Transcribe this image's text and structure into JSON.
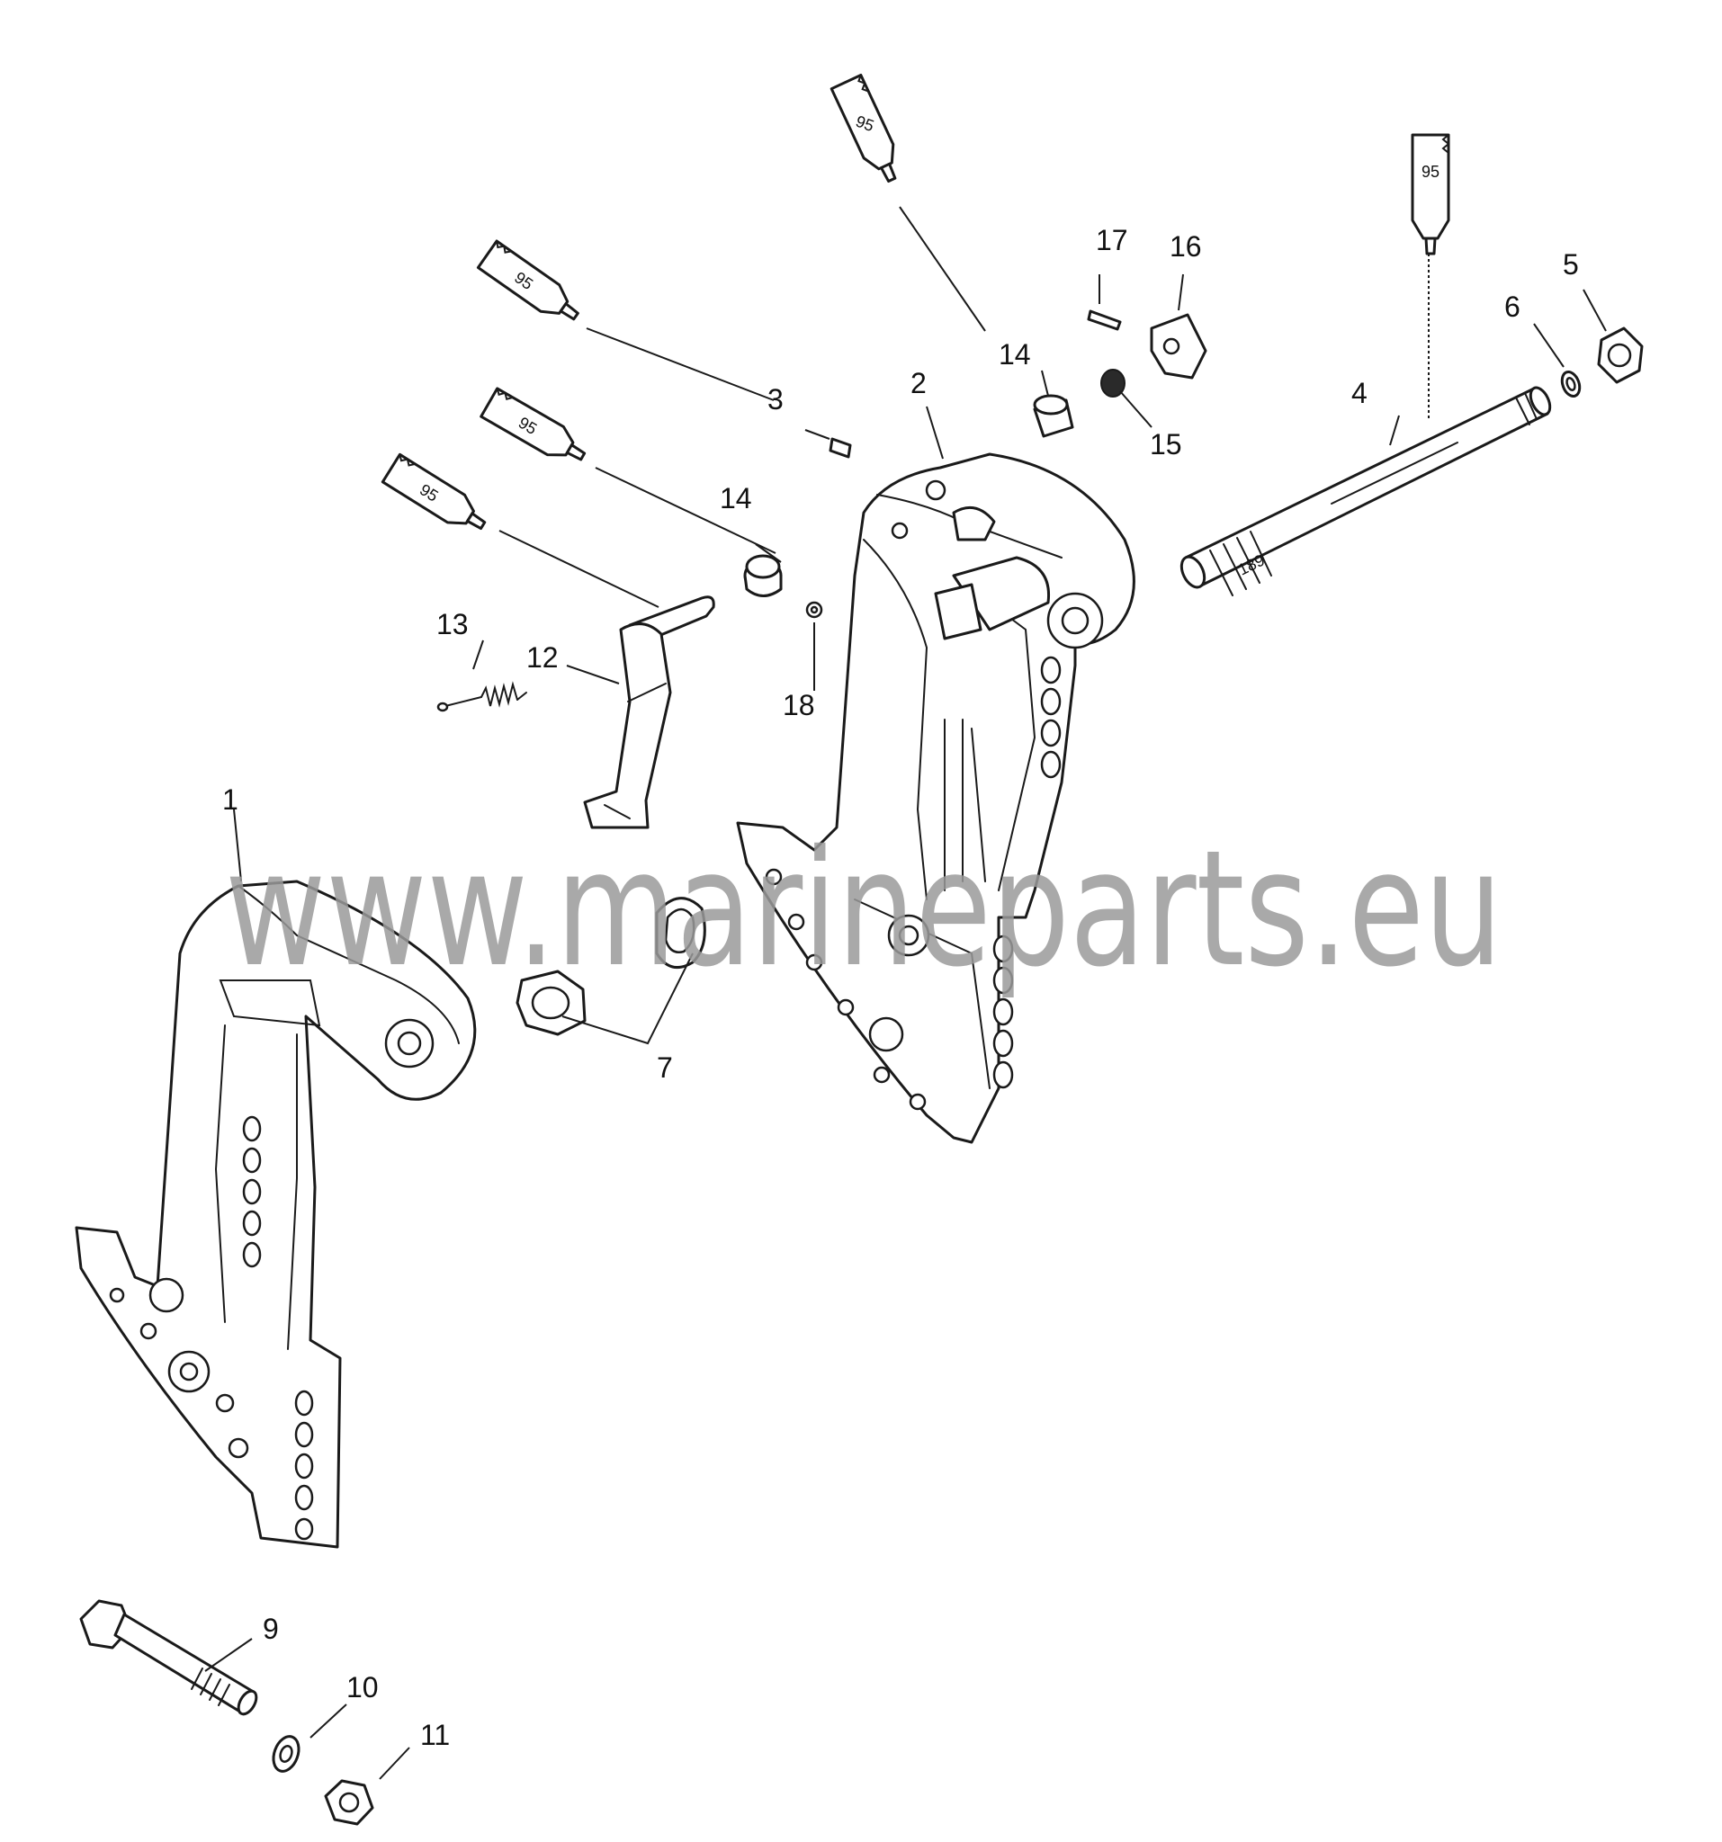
{
  "callouts": {
    "c1": "1",
    "c2": "2",
    "c3": "3",
    "c4": "4",
    "c5": "5",
    "c6": "6",
    "c7": "7",
    "c9": "9",
    "c10": "10",
    "c11": "11",
    "c12": "12",
    "c13": "13",
    "c14a": "14",
    "c14b": "14",
    "c15": "15",
    "c16": "16",
    "c17": "17",
    "c18": "18"
  },
  "tubes": {
    "t1": "95",
    "t2": "95",
    "t3": "95",
    "t4": "95",
    "t5": "95"
  },
  "watermark": "www.marineparts.eu"
}
